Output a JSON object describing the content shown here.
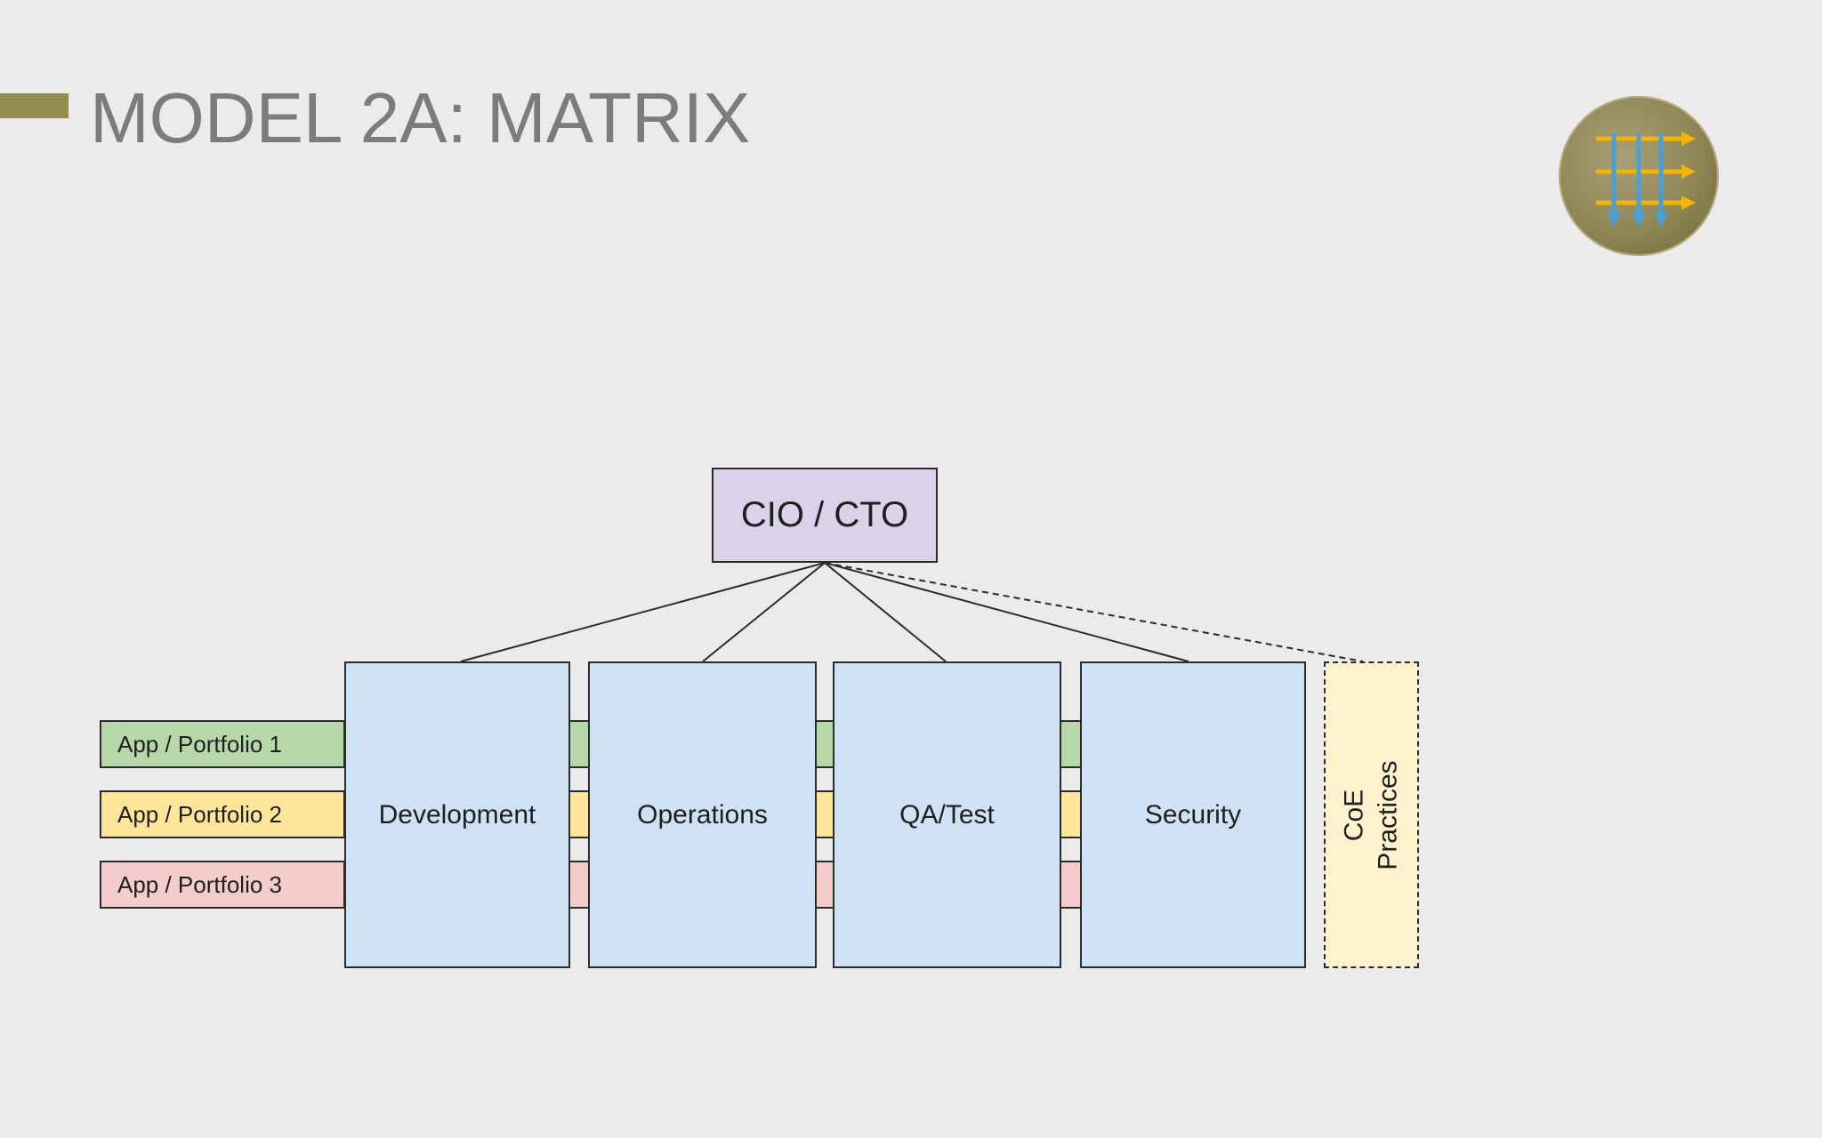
{
  "slide": {
    "title": "MODEL 2A: MATRIX"
  },
  "badge": {
    "icon": "matrix-arrows-icon",
    "colors": {
      "horizontal_arrows": "#f4b400",
      "vertical_arrows": "#4a9fd6"
    }
  },
  "org": {
    "top": "CIO / CTO",
    "departments": [
      "Development",
      "Operations",
      "QA/Test",
      "Security"
    ],
    "coe": {
      "line1": "CoE",
      "line2": "Practices"
    },
    "portfolios": [
      "App / Portfolio 1",
      "App / Portfolio 2",
      "App / Portfolio 3"
    ]
  },
  "colors": {
    "accent": "#948c4f",
    "top_box": "#d9d2e9",
    "departments": "#cfe2f3",
    "coe": "#fff2cc",
    "portfolio_1": "#b6d7a8",
    "portfolio_2": "#ffe599",
    "portfolio_3": "#f4cccc"
  }
}
